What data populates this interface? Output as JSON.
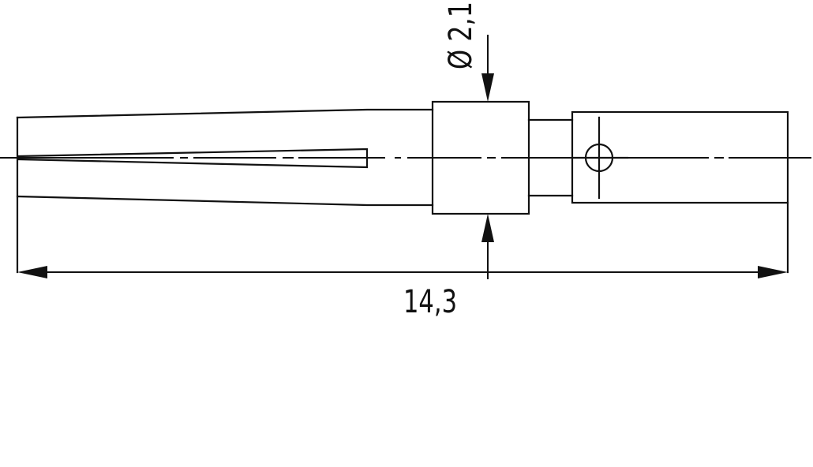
{
  "drawing": {
    "type": "technical-drawing",
    "subject": "crimp contact pin (side view)",
    "colors": {
      "line": "#111111",
      "background": "#ffffff"
    },
    "dimensions": {
      "overall_length": {
        "label": "14,3",
        "value": 14.3,
        "direction": "horizontal"
      },
      "diameter": {
        "label": "Ø 2,1",
        "symbol": "Ø",
        "value": 2.1,
        "direction": "vertical"
      }
    },
    "features": [
      "tapered-slotted-pin-tip",
      "collar",
      "neck",
      "crimp-barrel",
      "inspection-hole"
    ]
  }
}
